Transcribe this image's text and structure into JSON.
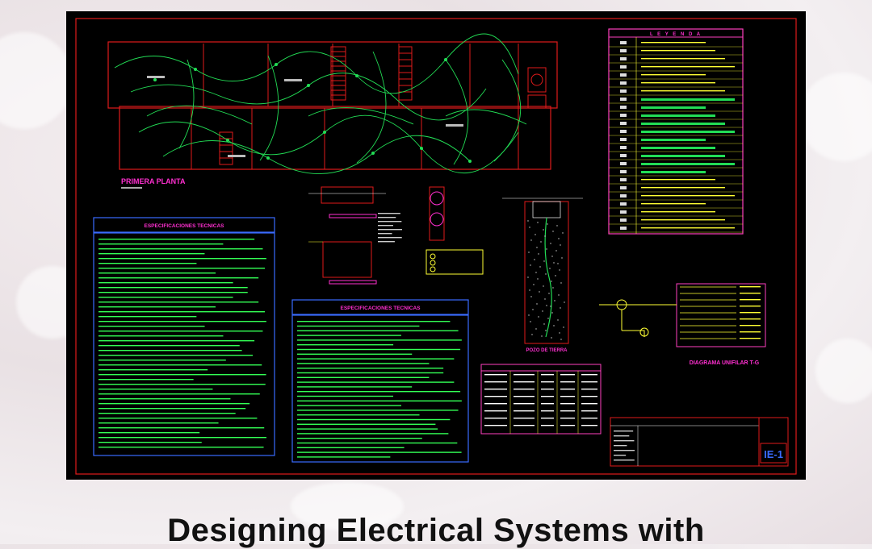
{
  "drawing": {
    "plan_title": "PRIMERA PLANTA",
    "spec_title_left": "ESPECIFICACIONES TECNICAS",
    "spec_title_right": "ESPECIFICACIONES TECNICAS",
    "legend_title": "L E Y E N D A",
    "ground_title": "POZO DE TIERRA",
    "diagram_title": "DIAGRAMA UNIFILAR T-G",
    "sheet_code": "IE-1",
    "colors": {
      "frame": "#e01a1a",
      "walls": "#e01a1a",
      "circuits": "#22dd55",
      "legend_border": "#ff3fbf",
      "legend_text": "#ffff33",
      "spec_border": "#3a6bff",
      "spec_text": "#33ff55",
      "label": "#ff2fd0"
    }
  },
  "caption": "Designing Electrical Systems with"
}
